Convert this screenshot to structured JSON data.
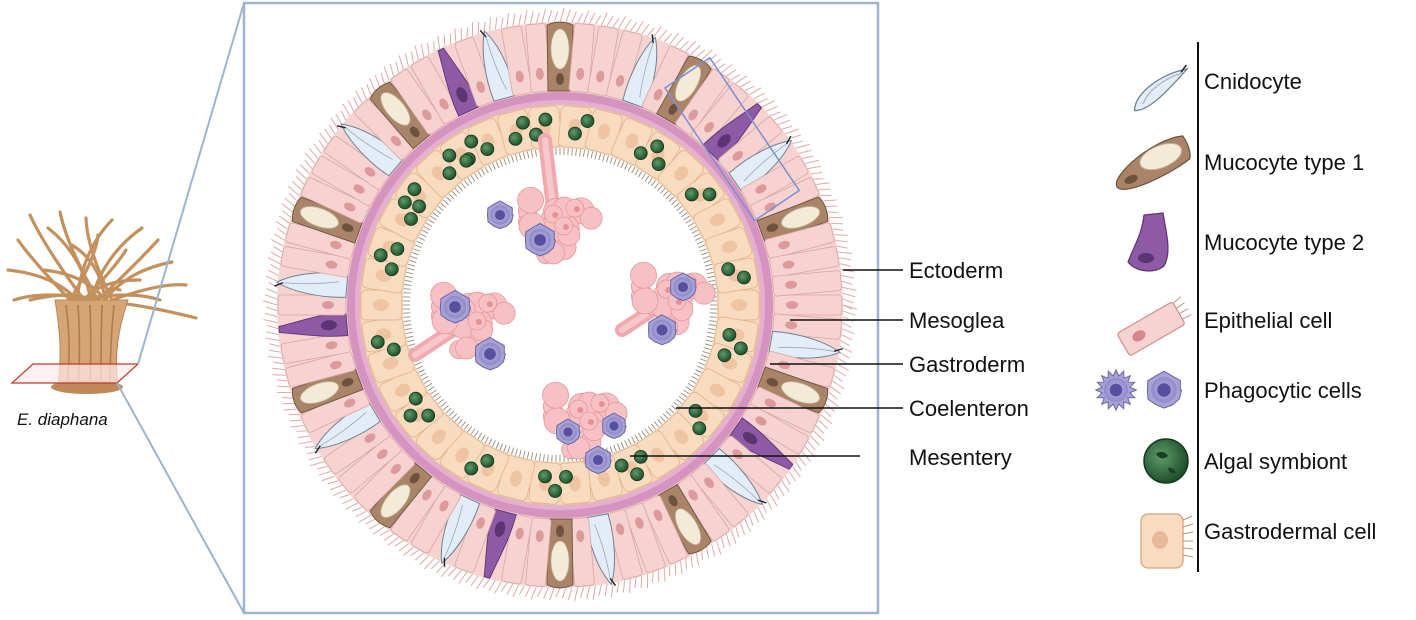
{
  "species_caption": "E. diaphana",
  "cross_section_labels": {
    "ectoderm": "Ectoderm",
    "mesoglea": "Mesoglea",
    "gastroderm": "Gastroderm",
    "coelenteron": "Coelenteron",
    "mesentery": "Mesentery"
  },
  "legend": {
    "cnidocyte": "Cnidocyte",
    "mucocyte_1": "Mucocyte type 1",
    "mucocyte_2": "Mucocyte type 2",
    "epithelial": "Epithelial cell",
    "phagocytic": "Phagocytic cells",
    "algal": "Algal symbiont",
    "gastrodermal": "Gastrodermal cell"
  },
  "colors": {
    "frame": "#9fb2cf",
    "epithelial": "#f6d3d0",
    "cnidocyte": "#e3edf7",
    "mucocyte_1": "#a98468",
    "mucocyte_2": "#8e5aa6",
    "mesoglea": "#d594bf",
    "gastroderm": "#f9dcc0",
    "algal": "#2f6b3d",
    "phagocytic": "#8c88c6",
    "mesentery": "#f4b3b8",
    "anemone": "#c99563"
  }
}
